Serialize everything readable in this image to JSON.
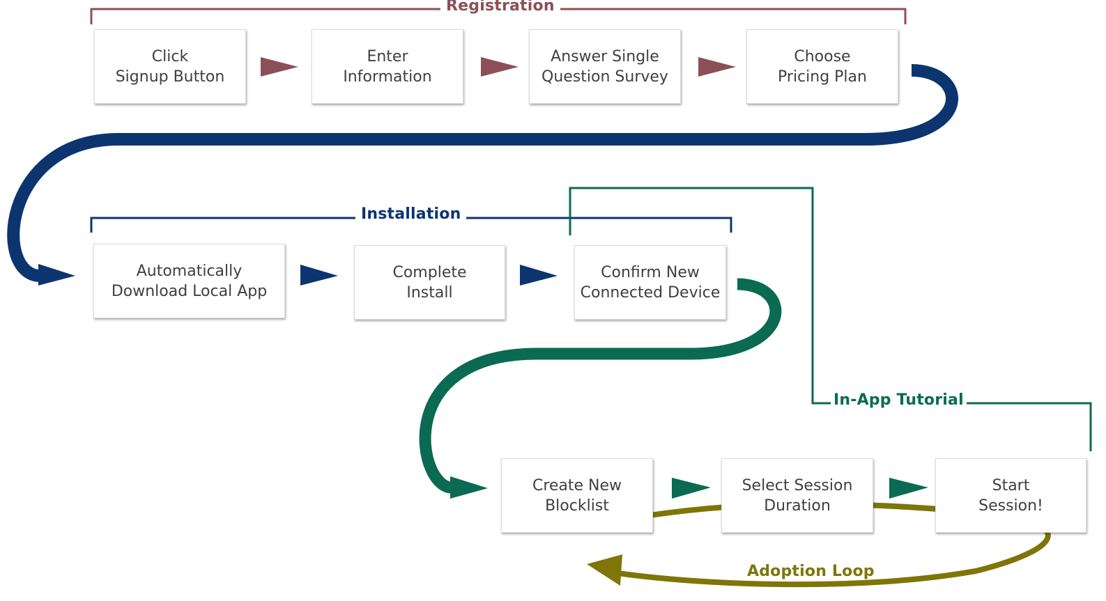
{
  "colors": {
    "registration": "#8c4f58",
    "installation": "#0c3570",
    "tutorial": "#0b6b52",
    "adoption": "#7f7508",
    "box_text": "#3f3f3f"
  },
  "sections": {
    "registration": "Registration",
    "installation": "Installation",
    "tutorial": "In-App Tutorial",
    "adoption": "Adoption Loop"
  },
  "steps": [
    {
      "lines": [
        "Click",
        "Signup Button"
      ]
    },
    {
      "lines": [
        "Enter",
        "Information"
      ]
    },
    {
      "lines": [
        "Answer Single",
        "Question Survey"
      ]
    },
    {
      "lines": [
        "Choose",
        "Pricing Plan"
      ]
    },
    {
      "lines": [
        "Automatically",
        "Download Local App"
      ]
    },
    {
      "lines": [
        "Complete",
        "Install"
      ]
    },
    {
      "lines": [
        "Confirm New",
        "Connected Device"
      ]
    },
    {
      "lines": [
        "Create New",
        "Blocklist"
      ]
    },
    {
      "lines": [
        "Select Session",
        "Duration"
      ]
    },
    {
      "lines": [
        "Start",
        "Session!"
      ]
    }
  ],
  "arrows": [
    {
      "from": 0,
      "to": 1,
      "style": "registration-arrow-icon"
    },
    {
      "from": 1,
      "to": 2,
      "style": "registration-arrow-icon"
    },
    {
      "from": 2,
      "to": 3,
      "style": "registration-arrow-icon"
    },
    {
      "from": 3,
      "to": 4,
      "style": "installation-curved-arrow-icon"
    },
    {
      "from": 4,
      "to": 5,
      "style": "installation-arrow-icon"
    },
    {
      "from": 5,
      "to": 6,
      "style": "installation-arrow-icon"
    },
    {
      "from": 6,
      "to": 7,
      "style": "tutorial-curved-arrow-icon"
    },
    {
      "from": 7,
      "to": 8,
      "style": "tutorial-arrow-icon"
    },
    {
      "from": 8,
      "to": 9,
      "style": "tutorial-arrow-icon"
    },
    {
      "from": 9,
      "to": 7,
      "style": "adoption-loop-arrow-icon"
    }
  ]
}
